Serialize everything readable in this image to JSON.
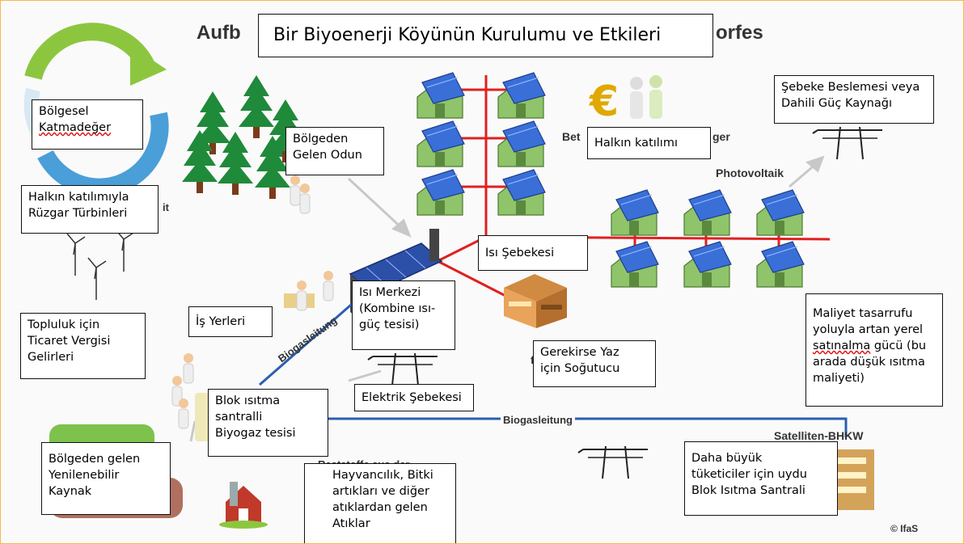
{
  "title": "Bir Biyoenerji Köyünün Kurulumu ve Etkileri",
  "background_text": {
    "title_left": "Aufb",
    "title_right": "orfes",
    "photovoltaik": "Photovoltaik",
    "beteil": "Bet",
    "beteil_end": "ger",
    "biogasleitung_diag": "Biogasleitung",
    "biogasleitung_horiz": "Biogasleitung",
    "satelliten": "Satelliten-BHKW",
    "reststoffe": "Reststoffe aus der",
    "copyright": "© IfaS",
    "stray_t": "it",
    "stray_f": "fü"
  },
  "labels": {
    "regional_value": "Bölgesel\n{sq}Katmadeğer",
    "regional_wood": "Bölgeden\nGelen Odun",
    "citizen_participation": "Halkın katılımı",
    "grid_feed": "Şebeke Beslemesi veya\nDahili Güç Kaynağı",
    "wind_turbines": "Halkın katılımıyla\nRüzgar Türbinleri",
    "heat_grid": "Isı Şebekesi",
    "heat_center": "Isı Merkezi\n(Kombine ısı-\ngüç tesisi)",
    "workplaces": "İş Yerleri",
    "trade_tax": "Topluluk için\nTicaret Vergisi\nGelirleri",
    "summer_cooler": "Gerekirse Yaz\niçin Soğutucu",
    "purchasing_power": "Maliyet tasarrufu\nyoluyla artan yerel\n{sq}satınalma gücü (bu\narada düşük ısıtma\nmaliyeti)",
    "electric_grid": "Elektrik Şebekesi",
    "block_heating": "Blok ısıtma\nsantralli\nBiyogaz tesisi",
    "renewable_source": "Bölgeden gelen\nYenilenebilir\nKaynak",
    "waste": "Hayvancılık, Bitki\nartıkları ve diğer\natıklardan gelen\nAtıklar",
    "satellite_chp": "Daha büyük\ntüketiciler için uydu\nBlok Isıtma Santrali"
  },
  "colors": {
    "heat_grid_line": "#e02020",
    "biogas_line": "#2a5fb0",
    "tree_green": "#1f8a3a",
    "house_green": "#8fc46a",
    "solar_blue": "#3a6fd8"
  }
}
